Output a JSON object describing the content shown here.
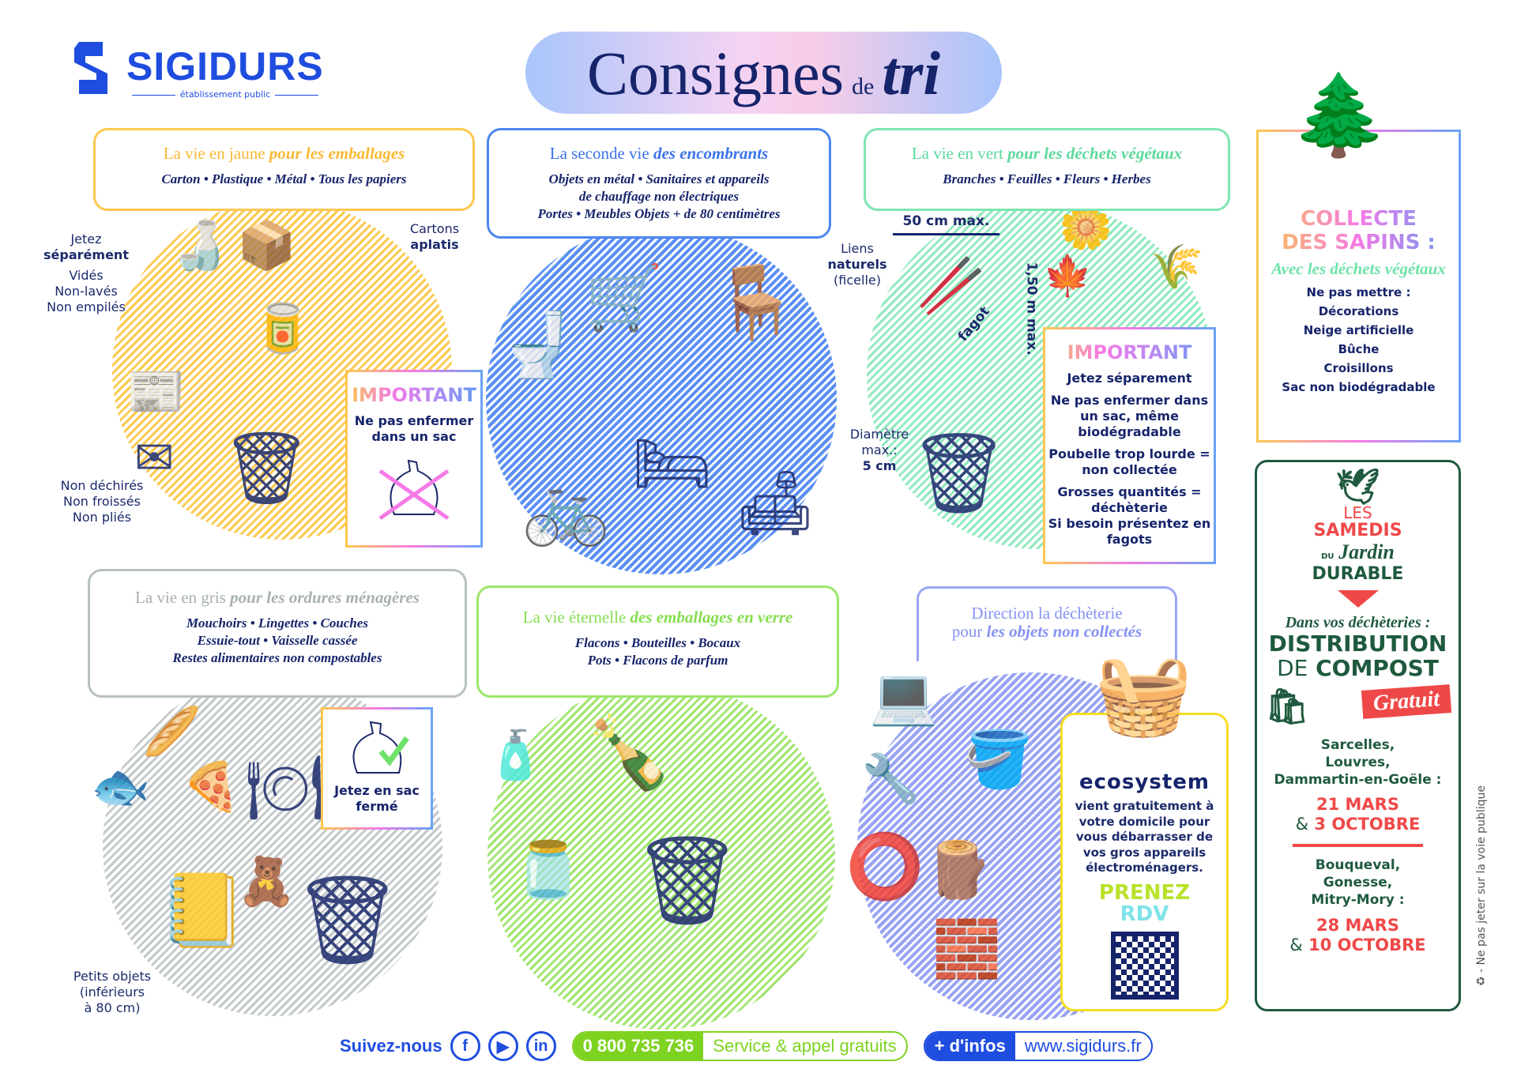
{
  "logo": {
    "name": "SIGIDURS",
    "subtitle": "établissement public"
  },
  "title": {
    "main": "Consignes",
    "de": "de",
    "tri": "tri"
  },
  "sections": {
    "yellow": {
      "title_plain": "La vie en jaune ",
      "title_bold": "pour les emballages",
      "items": "Carton • Plastique • Métal • Tous les papiers",
      "color": "#f9b934",
      "labels": {
        "jetez": "Jetez",
        "separement": "séparément",
        "conditions": [
          "Vidés",
          "Non-lavés",
          "Non empilés"
        ],
        "cartons": "Cartons",
        "aplatis": "aplatis",
        "papers": [
          "Non déchirés",
          "Non froissés",
          "Non pliés"
        ]
      },
      "important": {
        "heading": "IMPORTANT",
        "text": "Ne pas enfermer dans un sac"
      }
    },
    "blue": {
      "title_plain": "La seconde vie ",
      "title_bold": "des encombrants",
      "items": [
        "Objets en métal • Sanitaires et appareils",
        "de chauffage non électriques",
        "Portes • Meubles Objets + de 80 centimètres"
      ],
      "color": "#4c86f0"
    },
    "green": {
      "title_plain": "La vie en vert ",
      "title_bold": "pour les déchets végétaux",
      "items": "Branches • Feuilles • Fleurs • Herbes",
      "color": "#6fe3a8",
      "labels": {
        "width": "50 cm max.",
        "liens": [
          "Liens",
          "naturels",
          "(ficelle)"
        ],
        "height": "1,50 m max.",
        "fagot": "fagot",
        "diametre": [
          "Diamètre",
          "max.:",
          "5 cm"
        ]
      },
      "important": {
        "heading": "IMPORTANT",
        "lines": [
          "Jetez séparement",
          "Ne pas enfermer dans un sac, même biodégradable",
          "Poubelle trop lourde = non collectée",
          "Grosses quantités = déchèterie",
          "Si besoin présentez en fagots"
        ]
      }
    },
    "grey": {
      "title_plain": "La vie en gris ",
      "title_bold": "pour les ordures ménagères",
      "items": [
        "Mouchoirs • Lingettes • Couches",
        "Essuie-tout • Vaisselle cassée",
        "Restes alimentaires non compostables"
      ],
      "color": "#b3bcbd",
      "labels": {
        "petits": [
          "Petits objets",
          "(inférieurs",
          "à 80 cm)"
        ]
      },
      "bag_note": "Jetez en sac fermé"
    },
    "glass": {
      "title_plain": "La vie éternelle ",
      "title_bold": "des emballages en verre",
      "items": [
        "Flacons • Bouteilles • Bocaux",
        "Pots • Flacons de parfum"
      ],
      "color": "#8be05a"
    },
    "dechetterie": {
      "title_line1": "Direction la déchèterie",
      "title_plain": "pour ",
      "title_bold": "les objets non collectés",
      "color": "#8f9cf5"
    },
    "ecosystem": {
      "brand": "ecosystem",
      "text": "vient gratuitement à votre domicile pour vous débarrasser de vos gros appareils électroménagers.",
      "cta1": "PRENEZ",
      "cta2": "RDV"
    }
  },
  "sapins": {
    "title1": "COLLECTE",
    "title2": "DES SAPINS :",
    "subtitle": "Avec les déchets végétaux",
    "heading": "Ne pas mettre :",
    "items": [
      "Décorations",
      "Neige artificielle",
      "Bûche",
      "Croisillons",
      "Sac non biodégradable"
    ]
  },
  "samedis": {
    "les": "LES",
    "samedis": "SAMEDIS",
    "du": "DU",
    "jardin": "Jardin",
    "durable": "DURABLE",
    "dans": "Dans vos déchèteries :",
    "distribution": "DISTRIBUTION",
    "de": "DE",
    "compost": "COMPOST",
    "gratuit": "Gratuit",
    "group1": {
      "cities": [
        "Sarcelles,",
        "Louvres,",
        "Dammartin-en-Goële :"
      ],
      "date1": "21 MARS",
      "amp": "&",
      "date2": "3 OCTOBRE"
    },
    "group2": {
      "cities": [
        "Bouqueval,",
        "Gonesse,",
        "Mitry-Mory :"
      ],
      "date1": "28 MARS",
      "amp": "&",
      "date2": "10 OCTOBRE"
    }
  },
  "side_note": "- Ne pas jeter sur la voie publique",
  "footer": {
    "follow": "Suivez-nous",
    "phone": "0 800 735 736",
    "phone_note": "Service & appel gratuits",
    "infos": "+ d'infos",
    "website": "www.sigidurs.fr"
  }
}
